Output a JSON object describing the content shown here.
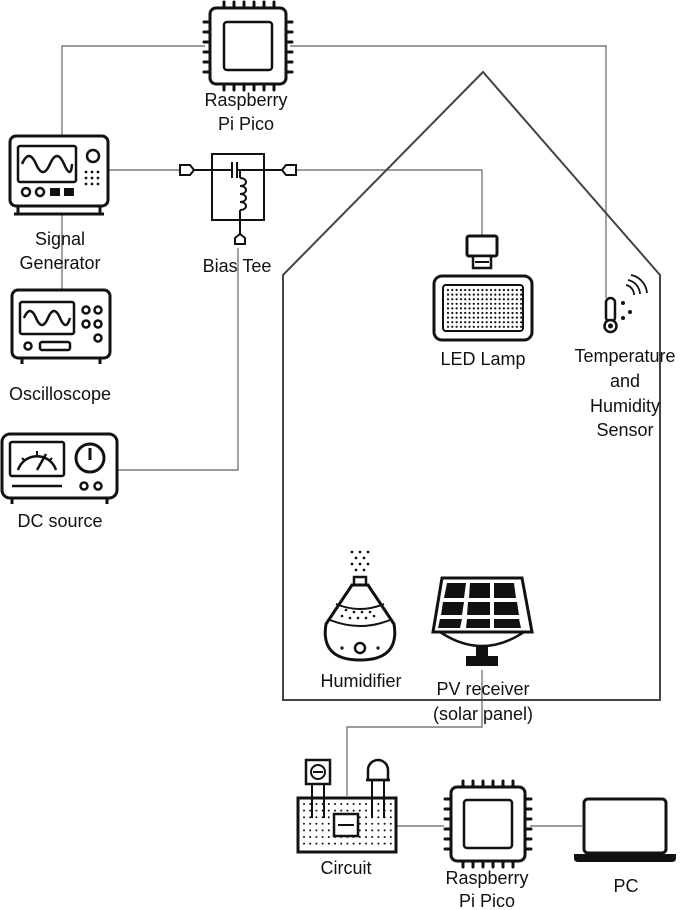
{
  "labels": {
    "pico_top_1": "Raspberry",
    "pico_top_2": "Pi Pico",
    "siggen_1": "Signal",
    "siggen_2": "Generator",
    "bias_tee": "Bias Tee",
    "oscilloscope": "Oscilloscope",
    "dc_source": "DC source",
    "led_lamp": "LED Lamp",
    "sensor_1": "Temperature",
    "sensor_2": "and",
    "sensor_3": "Humidity",
    "sensor_4": "Sensor",
    "humidifier": "Humidifier",
    "pv_1": "PV receiver",
    "pv_2": "(solar panel)",
    "circuit": "Circuit",
    "pico_bottom_1": "Raspberry",
    "pico_bottom_2": "Pi Pico",
    "pc": "PC"
  },
  "icons": {
    "pico_top": "microchip-icon",
    "signal_generator": "signal-generator-icon",
    "bias_tee": "bias-tee-icon",
    "oscilloscope": "oscilloscope-icon",
    "dc_source": "dc-source-icon",
    "led_lamp": "led-lamp-icon",
    "sensor": "thermometer-humidity-icon",
    "humidifier": "humidifier-icon",
    "pv": "solar-panel-icon",
    "circuit": "breadboard-icon",
    "pico_bottom": "microchip-icon",
    "pc": "laptop-icon"
  },
  "colors": {
    "stroke": "#111111",
    "wire": "#7a7a7a"
  }
}
